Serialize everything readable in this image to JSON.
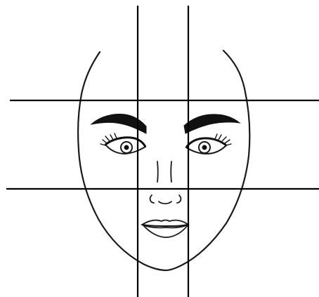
{
  "diagram": {
    "subject": "face-proportion-grid",
    "line_color": "#000000",
    "background": "#ffffff",
    "vertical_guides": 2,
    "horizontal_guides": 2
  }
}
